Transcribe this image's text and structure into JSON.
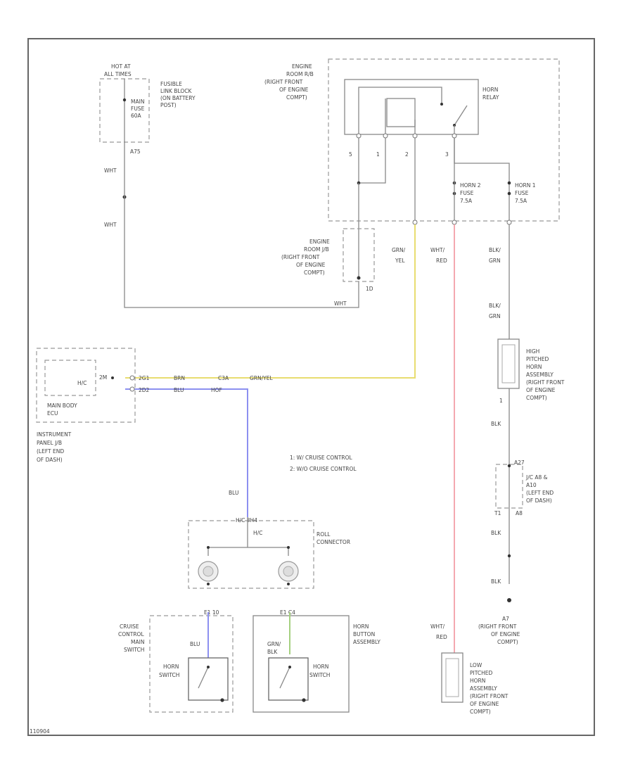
{
  "battery_source": {
    "hot_label": [
      "HOT AT",
      "ALL TIMES"
    ],
    "fusible_link_label": [
      "FUSIBLE",
      "LINK BLOCK",
      "(ON BATTERY",
      "POST)"
    ],
    "fuse_label": [
      "MAIN",
      "FUSE",
      "60A"
    ],
    "terminal": "A75",
    "wire_upper": "WHT",
    "wire_lower": "WHT",
    "wire_bottom": "WHT"
  },
  "engine_room_rb": {
    "label": [
      "ENGINE",
      "ROOM R/B",
      "(RIGHT FRONT",
      "OF ENGINE",
      "COMPT)"
    ],
    "relay_label": [
      "HORN",
      "RELAY"
    ],
    "pins": [
      "5",
      "1",
      "2",
      "3"
    ],
    "horn2_fuse": [
      "HORN 2",
      "FUSE",
      "7.5A"
    ],
    "horn1_fuse": [
      "HORN 1",
      "FUSE",
      "7.5A"
    ]
  },
  "engine_room_jb": {
    "label": [
      "ENGINE",
      "ROOM J/B",
      "(RIGHT FRONT",
      "OF ENGINE",
      "COMPT)"
    ],
    "terminal": "1D"
  },
  "wire_labels": {
    "grn_yel": [
      "GRN/",
      "YEL"
    ],
    "wht_red": [
      "WHT/",
      "RED"
    ],
    "blk_grn_1": [
      "BLK/",
      "GRN"
    ],
    "blk_grn_2": [
      "BLK/",
      "GRN"
    ],
    "blk_1": "BLK",
    "blk_2": "BLK",
    "blk_3": "BLK",
    "blu_1": "BLU",
    "blu_2": "BLU",
    "grn_2": [
      "GRN/",
      "BLK"
    ],
    "wht_red_low": [
      "WHT/",
      "RED"
    ]
  },
  "instrument_panel": {
    "box_label": "H/C",
    "sub_label": [
      "MAIN BODY",
      "ECU"
    ],
    "panel_label": [
      "INSTRUMENT",
      "PANEL J/B",
      "(LEFT END",
      "OF DASH)"
    ],
    "pin_top": "2M",
    "pin_bottom": "2D2",
    "wire_yel": [
      "2G1",
      "BRN",
      "C3A",
      "GRN/YEL"
    ],
    "wire_blu": [
      "2D2",
      "BLU",
      "HOF"
    ]
  },
  "notes": [
    "1: W/ CRUISE CONTROL",
    "2: W/O CRUISE CONTROL"
  ],
  "high_horn": {
    "label": [
      "HIGH",
      "PITCHED",
      "HORN",
      "ASSEMBLY",
      "(RIGHT FRONT",
      "OF ENGINE",
      "COMPT)"
    ],
    "pin": "1"
  },
  "jc": {
    "label": [
      "J/C A8 &",
      "A10",
      "(LEFT END",
      "OF DASH)"
    ],
    "pin_top": "A27",
    "pin_bottom": "A8",
    "pin_left": "T1"
  },
  "ground": {
    "label": [
      "A7",
      "(RIGHT FRONT",
      "OF ENGINE",
      "COMPT)"
    ]
  },
  "roll_connector": {
    "label": [
      "ROLL",
      "CONNECTOR"
    ],
    "pins": "H/C  8H4",
    "sub": "H/C"
  },
  "cruise_switch": {
    "label": [
      "CRUISE",
      "CONTROL",
      "MAIN",
      "SWITCH"
    ],
    "switch_label": [
      "HORN",
      "SWITCH"
    ],
    "pins": "E1  10"
  },
  "horn_button": {
    "label": [
      "HORN",
      "BUTTON",
      "ASSEMBLY"
    ],
    "switch_label": [
      "HORN",
      "SWITCH"
    ],
    "pins": "E1  C4"
  },
  "low_horn": {
    "label": [
      "LOW",
      "PITCHED",
      "HORN",
      "ASSEMBLY",
      "(RIGHT FRONT",
      "OF ENGINE",
      "COMPT)"
    ]
  },
  "footer_code": "110904"
}
